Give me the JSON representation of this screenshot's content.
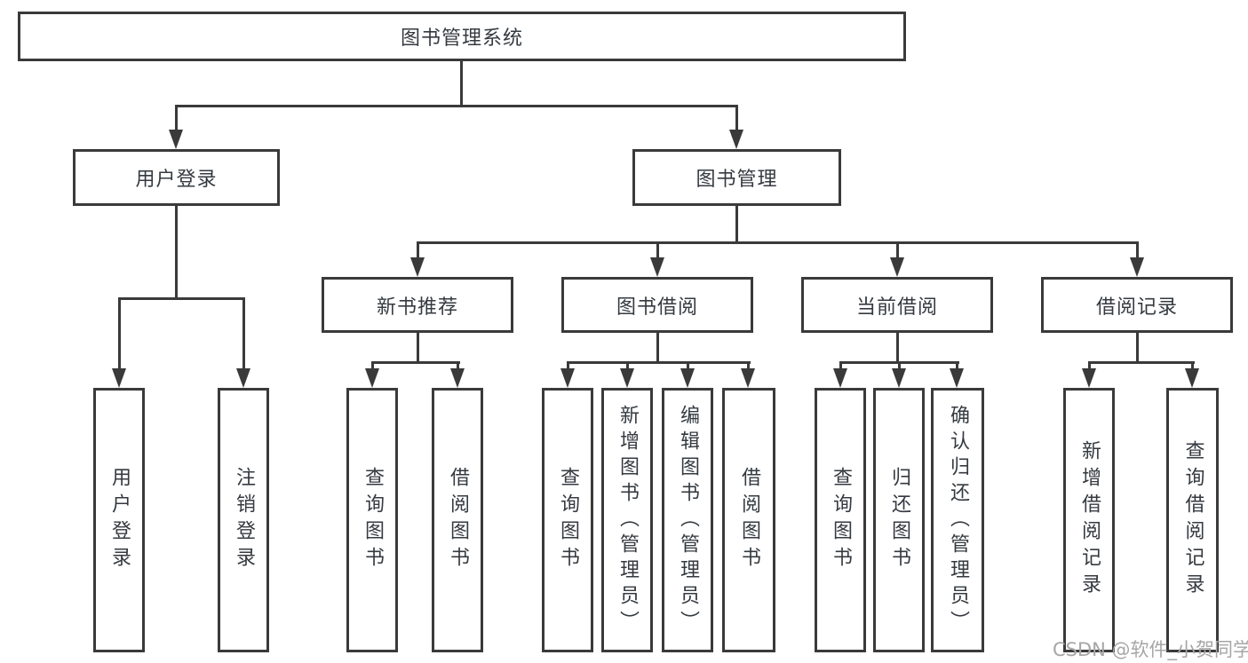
{
  "diagram": {
    "title": "图书管理系统",
    "root": "图书管理系统",
    "level2": [
      "用户登录",
      "图书管理"
    ],
    "level3": [
      "新书推荐",
      "图书借阅",
      "当前借阅",
      "借阅记录"
    ],
    "leaves": {
      "user_login": [
        "用户登录",
        "注销登录"
      ],
      "new_book_recommend": [
        "查询图书",
        "借阅图书"
      ],
      "book_borrow": [
        "查询图书",
        "新增图书（管理员）",
        "编辑图书（管理员）",
        "借阅图书"
      ],
      "current_borrow": [
        "查询图书",
        "归还图书",
        "确认归还（管理员）"
      ],
      "borrow_record": [
        "新增借阅记录",
        "查询借阅记录"
      ]
    }
  },
  "watermark": "CSDN @软件_小贺同学",
  "colors": {
    "line": "#3a3a3a",
    "text": "#353a40",
    "watermark": "#a6a6a6",
    "background": "#ffffff"
  }
}
